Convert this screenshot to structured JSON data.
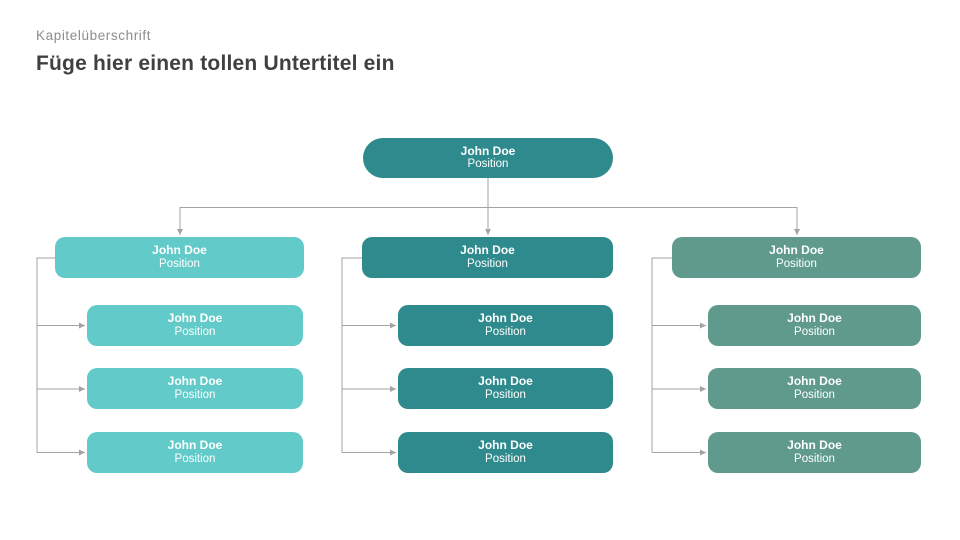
{
  "slide": {
    "kicker": "Kapitelüberschrift",
    "title": "Füge hier einen tollen Untertitel ein"
  },
  "colors": {
    "teal_dark": "#2E8A8C",
    "teal_light": "#62CBC9",
    "sage": "#5F9A8D",
    "line": "#A3A3A3",
    "kicker_text": "#8C8C8C",
    "title_text": "#404040",
    "node_text": "#FFFFFF"
  },
  "org": {
    "root": {
      "name": "John Doe",
      "position": "Position"
    },
    "columns": [
      {
        "theme": "light",
        "parent": {
          "name": "John Doe",
          "position": "Position"
        },
        "children": [
          {
            "name": "John Doe",
            "position": "Position"
          },
          {
            "name": "John Doe",
            "position": "Position"
          },
          {
            "name": "John Doe",
            "position": "Position"
          }
        ]
      },
      {
        "theme": "dark",
        "parent": {
          "name": "John Doe",
          "position": "Position"
        },
        "children": [
          {
            "name": "John Doe",
            "position": "Position"
          },
          {
            "name": "John Doe",
            "position": "Position"
          },
          {
            "name": "John Doe",
            "position": "Position"
          }
        ]
      },
      {
        "theme": "sage",
        "parent": {
          "name": "John Doe",
          "position": "Position"
        },
        "children": [
          {
            "name": "John Doe",
            "position": "Position"
          },
          {
            "name": "John Doe",
            "position": "Position"
          },
          {
            "name": "John Doe",
            "position": "Position"
          }
        ]
      }
    ]
  }
}
